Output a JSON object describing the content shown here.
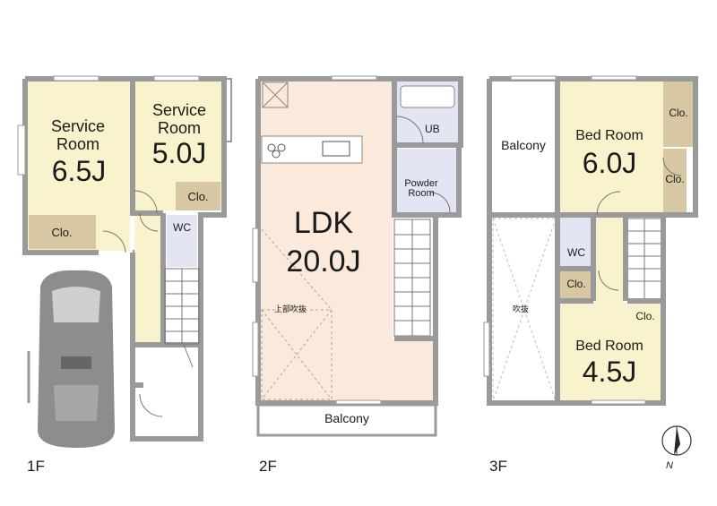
{
  "floors": {
    "f1": {
      "label": "1F",
      "service_room_a": {
        "name_line1": "Service",
        "name_line2": "Room",
        "size": "6.5J"
      },
      "service_room_b": {
        "name_line1": "Service",
        "name_line2": "Room",
        "size": "5.0J"
      },
      "closet_a": "Clo.",
      "closet_b": "Clo.",
      "wc": "WC"
    },
    "f2": {
      "label": "2F",
      "ldk_name": "LDK",
      "ldk_size": "20.0J",
      "void_note": "上部吹抜",
      "ub": "UB",
      "powder_line1": "Powder",
      "powder_line2": "Room",
      "balcony": "Balcony"
    },
    "f3": {
      "label": "3F",
      "balcony": "Balcony",
      "void_note": "吹抜",
      "bedroom_a": {
        "name": "Bed Room",
        "size": "6.0J"
      },
      "bedroom_b": {
        "name": "Bed Room",
        "size": "4.5J"
      },
      "closet_a": "Clo.",
      "closet_b": "Clo.",
      "closet_c": "Clo.",
      "closet_d": "Clo.",
      "wc": "WC"
    }
  },
  "compass": {
    "north": "N"
  },
  "colors": {
    "wall": "#9a9a9a",
    "room_fill": "#f8f3cc",
    "ldk_fill": "#fbeadb",
    "wet_fill": "#e3e6f2",
    "closet_fill": "#d7c7a2",
    "car_fill": "#8d8d8d"
  }
}
